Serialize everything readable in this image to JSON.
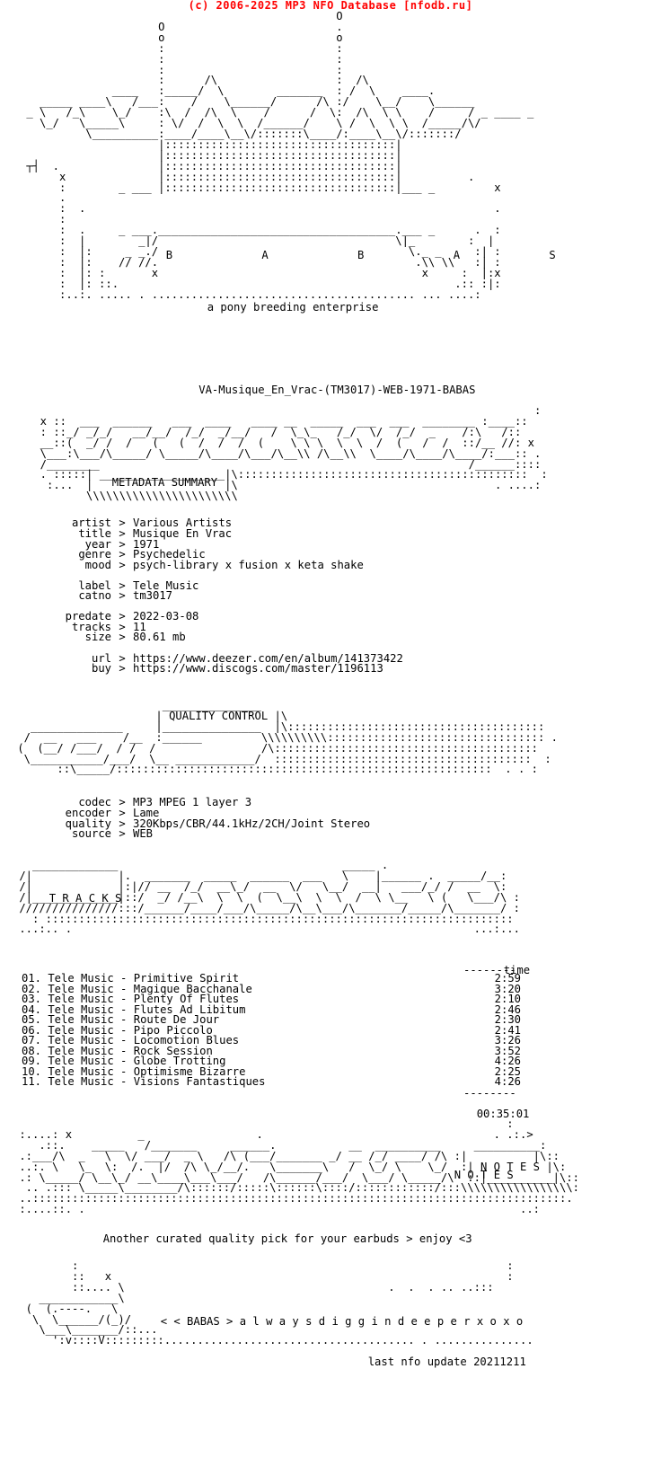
{
  "header": {
    "link_text": "(c) 2006-2025 MP3 NFO Database [nfodb.ru]",
    "link_color": "#ff0000"
  },
  "logo": {
    "group_letters": "B A B A S",
    "tagline": "a pony breeding enterprise"
  },
  "release": {
    "name": "VA-Musique_En_Vrac-(TM3017)-WEB-1971-BABAS"
  },
  "metadata": {
    "section_title": "METADATA SUMMARY",
    "rows": [
      {
        "key": "artist",
        "value": "Various Artists"
      },
      {
        "key": "title",
        "value": "Musique En Vrac"
      },
      {
        "key": "year",
        "value": "1971"
      },
      {
        "key": "genre",
        "value": "Psychedelic"
      },
      {
        "key": "mood",
        "value": "psych-library x fusion x keta shake"
      },
      {
        "key": "label",
        "value": "Tele Music"
      },
      {
        "key": "catno",
        "value": "tm3017"
      },
      {
        "key": "predate",
        "value": "2022-03-08"
      },
      {
        "key": "tracks",
        "value": "11"
      },
      {
        "key": "size",
        "value": "80.61 mb"
      },
      {
        "key": "url",
        "value": "https://www.deezer.com/en/album/141373422"
      },
      {
        "key": "buy",
        "value": "https://www.discogs.com/master/1196113"
      }
    ]
  },
  "quality": {
    "section_title": "QUALITY CONTROL",
    "rows": [
      {
        "key": "codec",
        "value": "MP3 MPEG 1 layer 3"
      },
      {
        "key": "encoder",
        "value": "Lame"
      },
      {
        "key": "quality",
        "value": "320Kbps/CBR/44.1kHz/2CH/Joint Stereo"
      },
      {
        "key": "source",
        "value": "WEB"
      }
    ]
  },
  "tracks": {
    "section_title": "T R A C K S",
    "time_header": "time",
    "list": [
      {
        "label": "01. Tele Music - Primitive Spirit",
        "time": "2:59"
      },
      {
        "label": "02. Tele Music - Magique Bacchanale",
        "time": "3:20"
      },
      {
        "label": "03. Tele Music - Plenty Of Flutes",
        "time": "2:10"
      },
      {
        "label": "04. Tele Music - Flutes Ad Libitum",
        "time": "2:46"
      },
      {
        "label": "05. Tele Music - Route De Jour",
        "time": "2:30"
      },
      {
        "label": "06. Tele Music - Pipo Piccolo",
        "time": "2:41"
      },
      {
        "label": "07. Tele Music - Locomotion Blues",
        "time": "3:26"
      },
      {
        "label": "08. Tele Music - Rock Session",
        "time": "3:52"
      },
      {
        "label": "09. Tele Music - Globe Trotting",
        "time": "4:26"
      },
      {
        "label": "10. Tele Music - Optimisme Bizarre",
        "time": "2:25"
      },
      {
        "label": "11. Tele Music - Visions Fantastiques",
        "time": "4:26"
      }
    ],
    "total": "00:35:01"
  },
  "notes": {
    "section_title": "N O T E S",
    "text": "Another curated quality pick for your earbuds > enjoy <3"
  },
  "footer": {
    "slogan": "< < BABAS > a l w a y s d i g g i n d e e p e r x o x o",
    "update": "last nfo update 20211211"
  }
}
